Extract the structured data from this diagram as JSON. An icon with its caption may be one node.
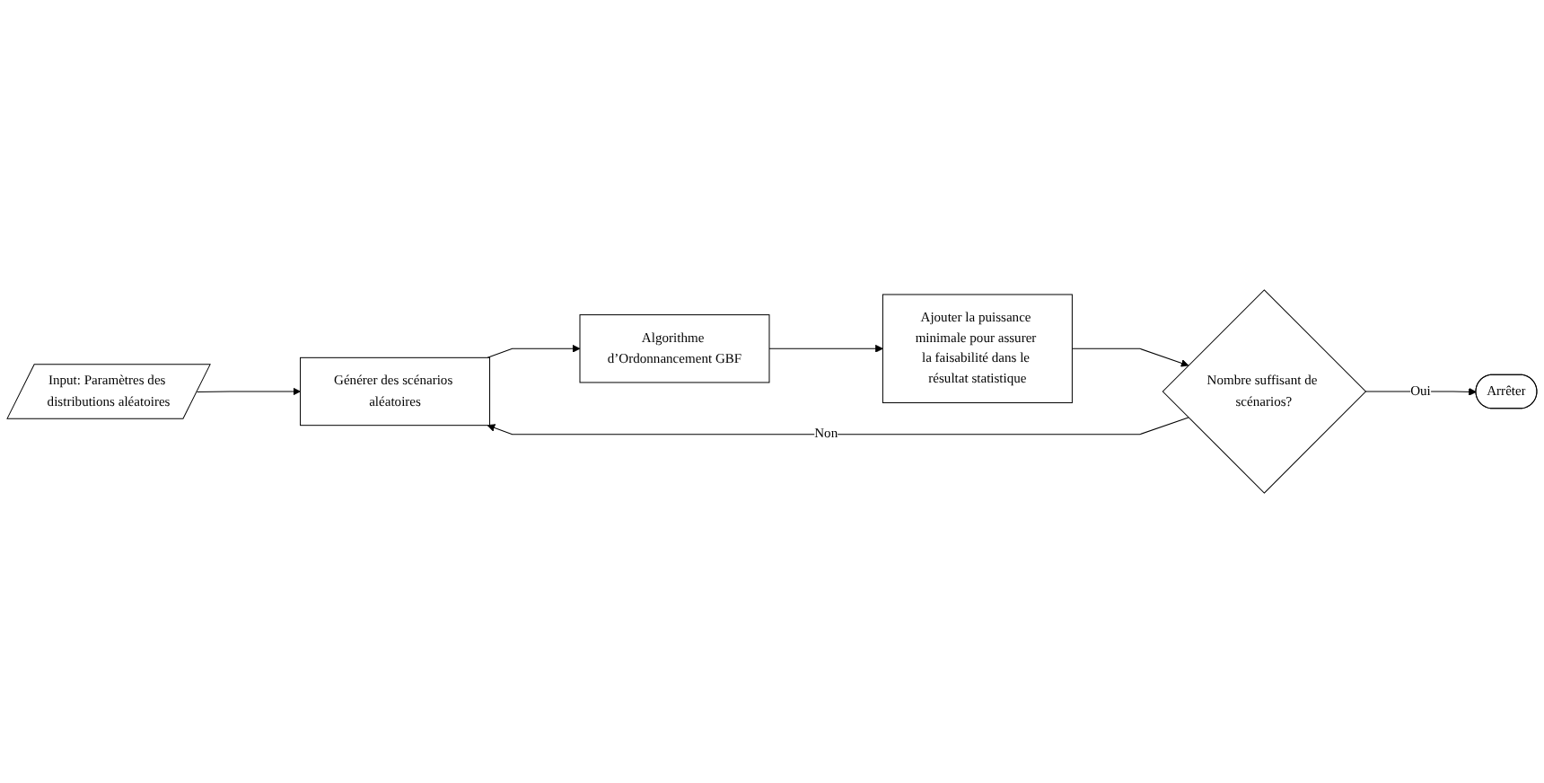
{
  "diagram": {
    "nodes": [
      {
        "text": [
          "Input: Paramètres des distributions aléatoires"
        ]
      },
      {
        "text": [
          "Générer des scénarios aléatoires"
        ]
      },
      {
        "text": [
          "Algorithme d’Ordonnancement GBF"
        ]
      },
      {
        "text": [
          "Ajouter la puissance minimale pour assurer la faisabilité dans le résultat statistique"
        ]
      },
      {
        "text": [
          "Nombre suffisant de scénarios?"
        ]
      },
      {
        "text": [
          "Arrêter"
        ]
      }
    ],
    "edges": [
      {
        "from": 0,
        "to": 1,
        "arrow": "to"
      },
      {
        "from": 1,
        "to": 2,
        "arrow": "to"
      },
      {
        "from": 2,
        "to": 3,
        "arrow": "to"
      },
      {
        "from": 3,
        "to": 4,
        "arrow": "to"
      },
      {
        "from": 4,
        "to": 1,
        "arrow": "to",
        "label": "Non"
      },
      {
        "from": 4,
        "to": 5,
        "arrow": "to",
        "label": "Oui"
      }
    ]
  }
}
